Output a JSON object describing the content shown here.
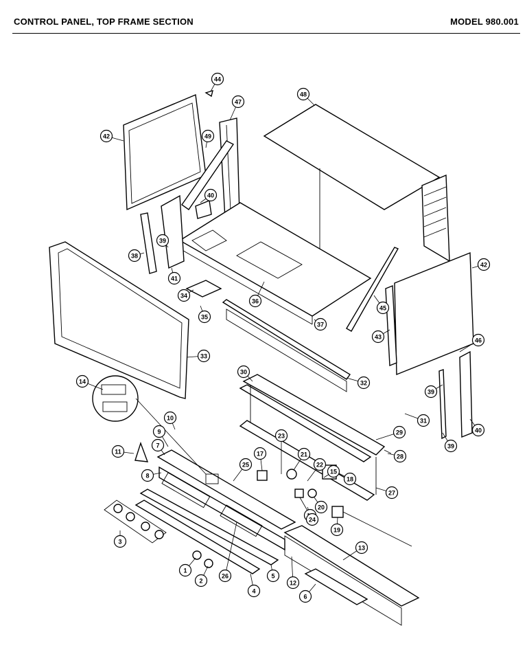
{
  "header": {
    "title": "CONTROL PANEL, TOP FRAME SECTION",
    "model": "MODEL 980.001"
  },
  "callouts": [
    "1",
    "2",
    "3",
    "4",
    "5",
    "6",
    "7",
    "8",
    "9",
    "10",
    "11",
    "12",
    "13",
    "14",
    "15",
    "16",
    "17",
    "18",
    "19",
    "20",
    "21",
    "22",
    "23",
    "24",
    "25",
    "26",
    "27",
    "28",
    "29",
    "30",
    "31",
    "32",
    "33",
    "34",
    "35",
    "36",
    "37",
    "38",
    "39",
    "40",
    "41",
    "42",
    "43",
    "44",
    "45",
    "46",
    "47",
    "48",
    "49"
  ]
}
